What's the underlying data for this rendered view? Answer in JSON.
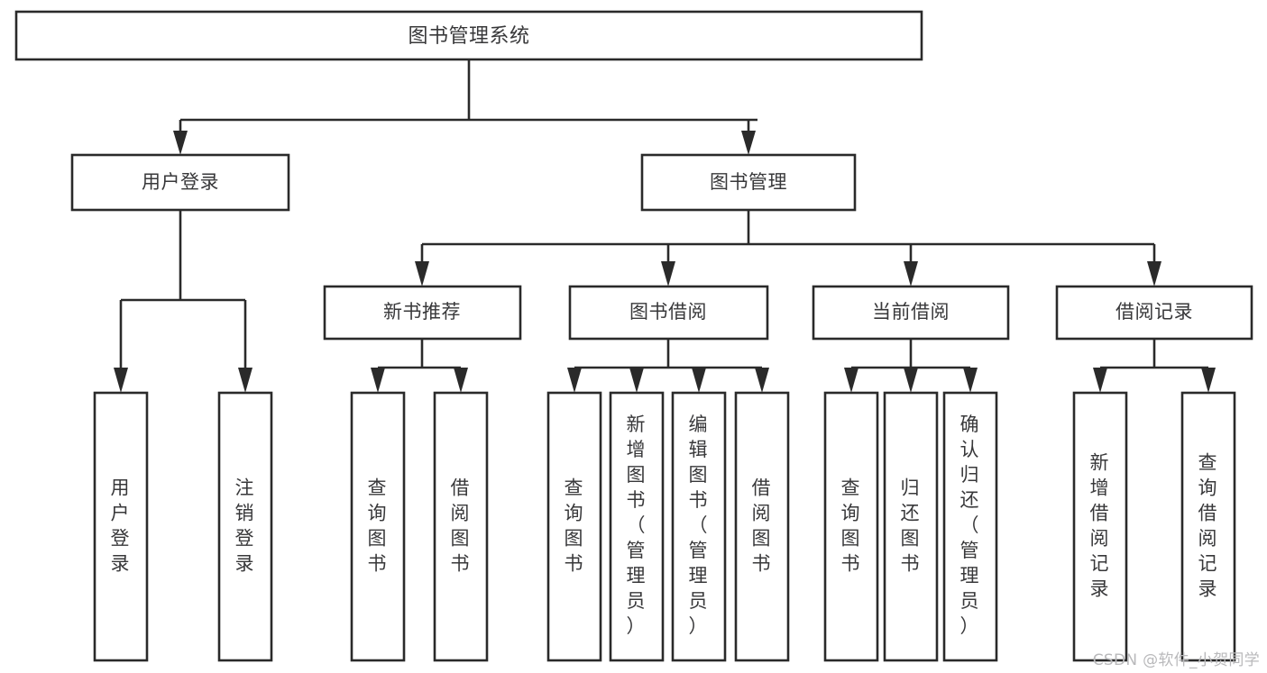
{
  "diagram": {
    "type": "tree-hierarchy",
    "title": "图书管理系统",
    "orientation": "top-down",
    "colors": {
      "background": "#ffffff",
      "box_fill": "#ffffff",
      "box_stroke": "#2a2a2a",
      "text": "#38383a",
      "watermark": "#b9b9bb"
    },
    "root": {
      "label": "图书管理系统"
    },
    "level2": [
      {
        "id": "user-login",
        "label": "用户登录"
      },
      {
        "id": "book-management",
        "label": "图书管理"
      }
    ],
    "level3": [
      {
        "id": "new-book-recommend",
        "label": "新书推荐",
        "parent": "book-management"
      },
      {
        "id": "book-borrow",
        "label": "图书借阅",
        "parent": "book-management"
      },
      {
        "id": "current-borrow",
        "label": "当前借阅",
        "parent": "book-management"
      },
      {
        "id": "borrow-record",
        "label": "借阅记录",
        "parent": "book-management"
      }
    ],
    "leaves": {
      "user-login": [
        {
          "id": "leaf-user-login",
          "label": "用户登录"
        },
        {
          "id": "leaf-user-logout",
          "label": "注销登录"
        }
      ],
      "new-book-recommend": [
        {
          "id": "leaf-query-book-1",
          "label": "查询图书"
        },
        {
          "id": "leaf-borrow-book-1",
          "label": "借阅图书"
        }
      ],
      "book-borrow": [
        {
          "id": "leaf-query-book-2",
          "label": "查询图书"
        },
        {
          "id": "leaf-add-book",
          "label": "新增图书（管理员）"
        },
        {
          "id": "leaf-edit-book",
          "label": "编辑图书（管理员）"
        },
        {
          "id": "leaf-borrow-book-2",
          "label": "借阅图书"
        }
      ],
      "current-borrow": [
        {
          "id": "leaf-query-book-3",
          "label": "查询图书"
        },
        {
          "id": "leaf-return-book",
          "label": "归还图书"
        },
        {
          "id": "leaf-confirm-return",
          "label": "确认归还（管理员）"
        }
      ],
      "borrow-record": [
        {
          "id": "leaf-add-record",
          "label": "新增借阅记录"
        },
        {
          "id": "leaf-query-record",
          "label": "查询借阅记录"
        }
      ]
    }
  },
  "watermark": {
    "text": "CSDN @软件_小贺同学"
  }
}
